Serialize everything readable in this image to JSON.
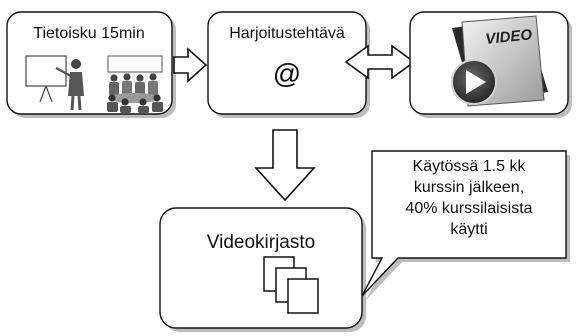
{
  "boxes": {
    "tietoisku": {
      "title": "Tietoisku 15min"
    },
    "harjoitus": {
      "title": "Harjoitustehtävä",
      "symbol": "@"
    },
    "video": {
      "icon_text": "VIDEO"
    },
    "videokirjasto": {
      "title": "Videokirjasto"
    }
  },
  "callout": {
    "lines": [
      "Käytössä 1.5 kk",
      "kurssin jälkeen,",
      "40% kurssilaisista",
      "käytti"
    ]
  },
  "icons": {
    "presenter": "presenter-at-board-icon",
    "audience": "seated-audience-icon",
    "video": "video-play-icon",
    "documents": "document-stack-icon"
  },
  "colors": {
    "box_fill": "#ffffff",
    "box_stroke": "#111111",
    "shadow": "#bdbdbd",
    "arrow_fill": "#ffffff"
  }
}
